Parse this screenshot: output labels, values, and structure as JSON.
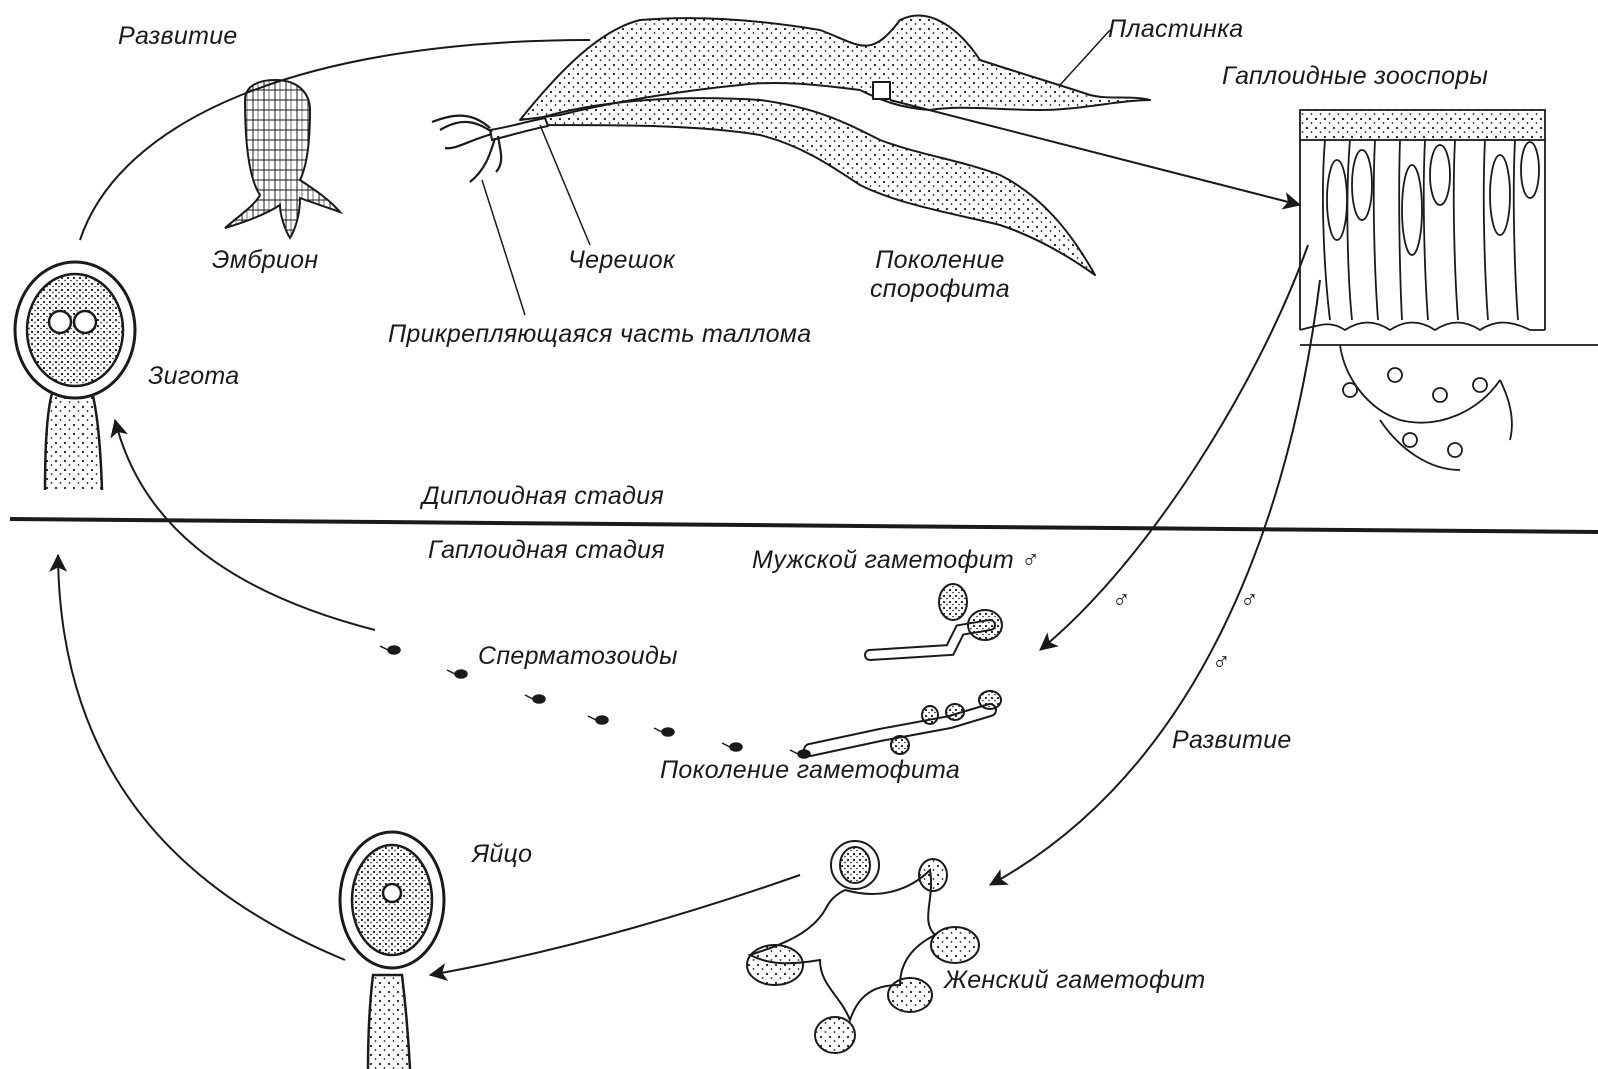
{
  "labels": {
    "development_top": "Развитие",
    "embryo": "Эмбрион",
    "petiole": "Черешок",
    "sporophyte_line1": "Поколение",
    "sporophyte_line2": "спорофита",
    "holdfast": "Прикрепляющаяся часть таллома",
    "blade": "Пластинка",
    "zoospores": "Гаплоидные зооспоры",
    "zygote": "Зигота",
    "diploid": "Диплоидная стадия",
    "haploid": "Гаплоидная стадия",
    "male_gametophyte": "Мужской гаметофит",
    "male_symbol": "♂",
    "sperm": "Сперматозоиды",
    "gametophyte_gen": "Поколение гаметофита",
    "development_right": "Развитие",
    "egg": "Яйцо",
    "female_gametophyte": "Женский гаметофит"
  },
  "colors": {
    "ink": "#1a1a1a",
    "paper": "#ffffff"
  }
}
